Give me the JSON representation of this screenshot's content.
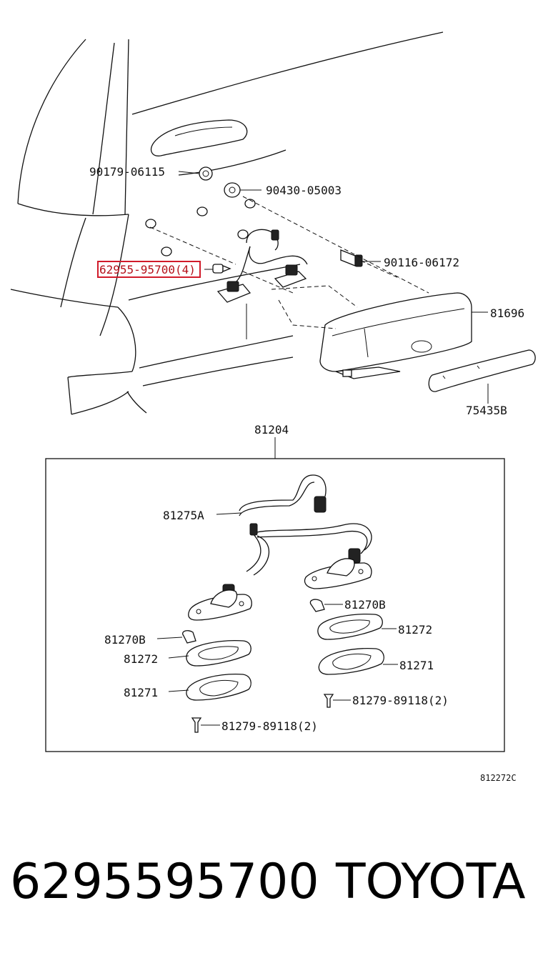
{
  "callouts": {
    "c1": "90179-06115",
    "c2": "90430-05003",
    "c3": "62955-95700(4)",
    "c4": "90116-06172",
    "c5": "81696",
    "c6": "75435B",
    "c7": "81204",
    "c8": "81275A",
    "c9": "81270B",
    "c10": "81272",
    "c11": "81270B",
    "c12": "81272",
    "c13": "81271",
    "c14": "81271",
    "c15": "81279-89118(2)",
    "c16": "81279-89118(2)"
  },
  "diagram_code": "812272C",
  "highlight_color": "#d11b2a",
  "footer": {
    "part_number": "6295595700",
    "brand": "TOYOTA"
  }
}
